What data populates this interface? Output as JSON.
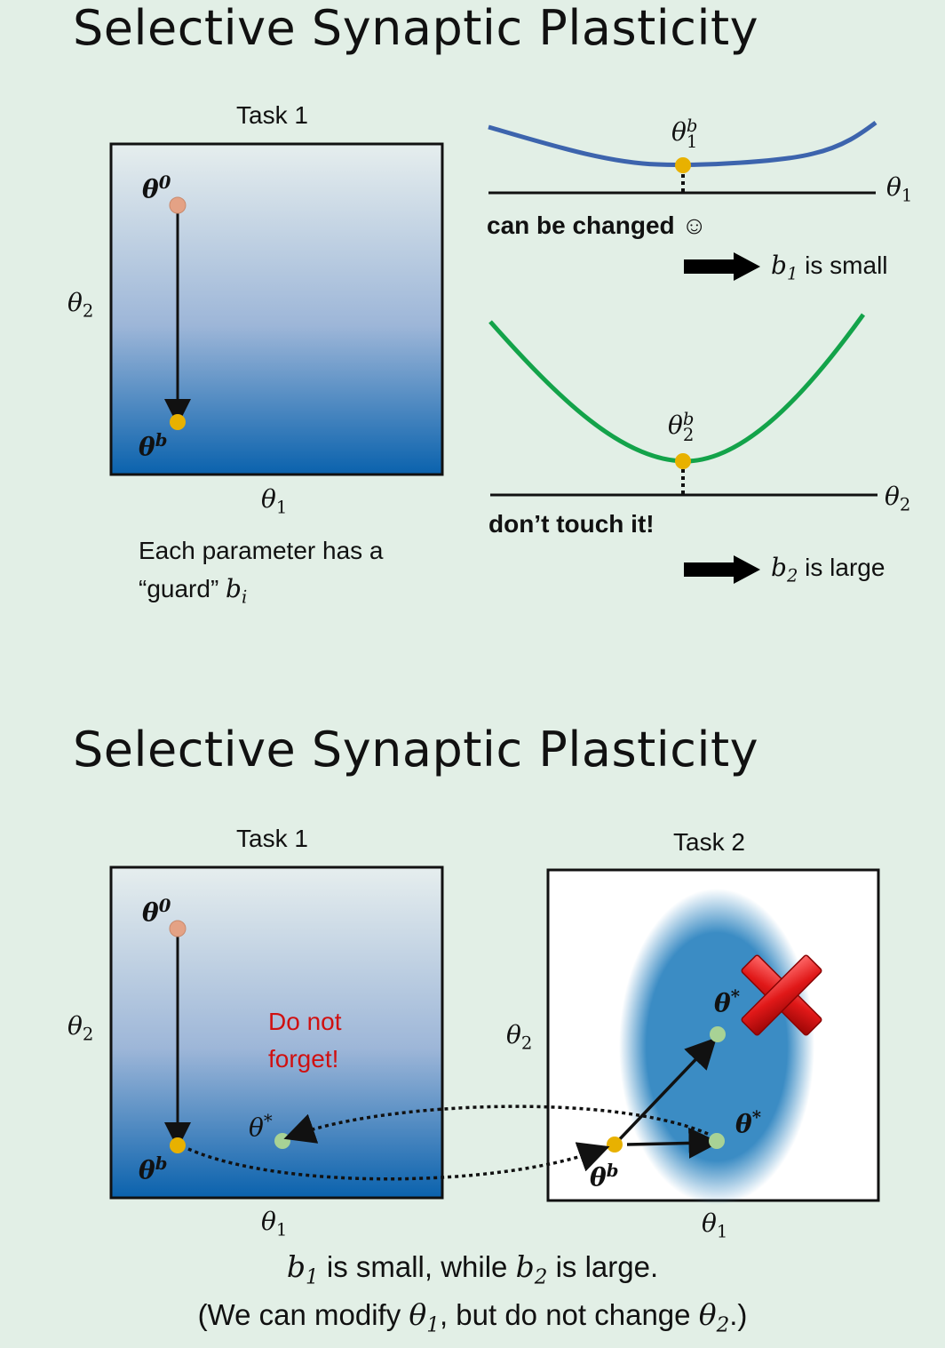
{
  "slide1": {
    "title": "Selective Synaptic Plasticity",
    "task_label": "Task 1",
    "axis_x": "θ",
    "axis_x_sub": "1",
    "axis_y": "θ",
    "axis_y_sub": "2",
    "point_start": "θ",
    "point_start_sup": "0",
    "point_end": "θ",
    "point_end_sup": "b",
    "caption_line1": "Each parameter has a",
    "caption_line2": "“guard” ",
    "caption_var": "b",
    "caption_var_sub": "i",
    "curve1": {
      "point_label": "θ",
      "point_sub": "1",
      "point_sup": "b",
      "axis_label": "θ",
      "axis_sub": "1",
      "note": "can be changed ☺",
      "result_var": "b",
      "result_sub": "1",
      "result_text": " is small",
      "color": "#3d64ad"
    },
    "curve2": {
      "point_label": "θ",
      "point_sub": "2",
      "point_sup": "b",
      "axis_label": "θ",
      "axis_sub": "2",
      "note": "don’t touch it!",
      "result_var": "b",
      "result_sub": "2",
      "result_text": " is large",
      "color": "#13a34a"
    }
  },
  "slide2": {
    "title": "Selective Synaptic Plasticity",
    "task1_label": "Task 1",
    "task2_label": "Task 2",
    "axis_x": "θ",
    "axis_x_sub": "1",
    "axis_y": "θ",
    "axis_y_sub": "2",
    "point_start": "θ",
    "point_start_sup": "0",
    "point_b": "θ",
    "point_b_sup": "b",
    "theta_star": "θ",
    "theta_star_sup": "*",
    "warning_line1": "Do not",
    "warning_line2": "forget!",
    "footer_line1_var1": "b",
    "footer_line1_sub1": "1",
    "footer_line1_mid": " is small, while ",
    "footer_line1_var2": "b",
    "footer_line1_sub2": "2",
    "footer_line1_end": " is large.",
    "footer_line2_start": "(We can modify ",
    "footer_line2_var1": "θ",
    "footer_line2_sub1": "1",
    "footer_line2_mid": ", but do not change ",
    "footer_line2_var2": "θ",
    "footer_line2_sub2": "2",
    "footer_line2_end": ".)"
  },
  "colors": {
    "start_point": "#e4a285",
    "b_point": "#e8b100",
    "star_point": "#a8d295",
    "gradient_top": "#e6eeee",
    "gradient_bottom": "#0a62ad",
    "blob": "#3b8cc4",
    "warning": "#d01010"
  }
}
